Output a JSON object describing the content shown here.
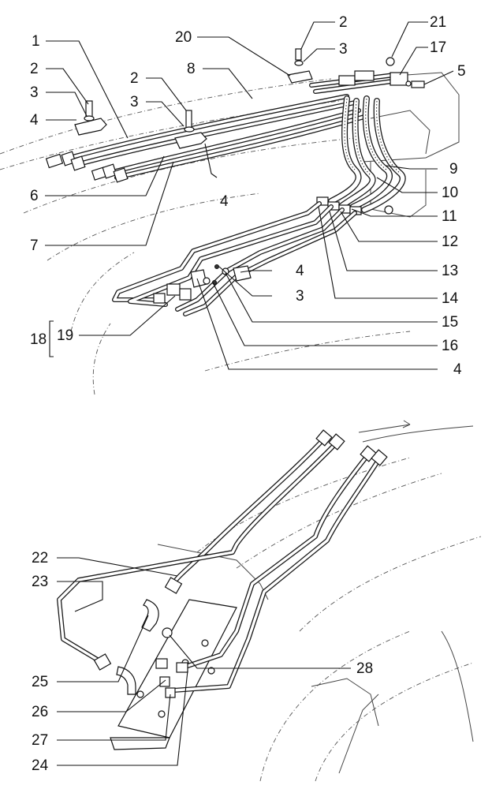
{
  "callouts": [
    {
      "id": "1",
      "label": "1"
    },
    {
      "id": "2a",
      "label": "2"
    },
    {
      "id": "3a",
      "label": "3"
    },
    {
      "id": "4a",
      "label": "4"
    },
    {
      "id": "2b",
      "label": "2"
    },
    {
      "id": "3b",
      "label": "3"
    },
    {
      "id": "8",
      "label": "8"
    },
    {
      "id": "20",
      "label": "20"
    },
    {
      "id": "2c",
      "label": "2"
    },
    {
      "id": "3c",
      "label": "3"
    },
    {
      "id": "21",
      "label": "21"
    },
    {
      "id": "17",
      "label": "17"
    },
    {
      "id": "5",
      "label": "5"
    },
    {
      "id": "9",
      "label": "9"
    },
    {
      "id": "10",
      "label": "10"
    },
    {
      "id": "11",
      "label": "11"
    },
    {
      "id": "12",
      "label": "12"
    },
    {
      "id": "13",
      "label": "13"
    },
    {
      "id": "4b",
      "label": "4"
    },
    {
      "id": "3d",
      "label": "3"
    },
    {
      "id": "14",
      "label": "14"
    },
    {
      "id": "15",
      "label": "15"
    },
    {
      "id": "16",
      "label": "16"
    },
    {
      "id": "4c",
      "label": "4"
    },
    {
      "id": "4d",
      "label": "4"
    },
    {
      "id": "6",
      "label": "6"
    },
    {
      "id": "7",
      "label": "7"
    },
    {
      "id": "18",
      "label": "18"
    },
    {
      "id": "19",
      "label": "19"
    },
    {
      "id": "22",
      "label": "22"
    },
    {
      "id": "23",
      "label": "23"
    },
    {
      "id": "25",
      "label": "25"
    },
    {
      "id": "26",
      "label": "26"
    },
    {
      "id": "27",
      "label": "27"
    },
    {
      "id": "24",
      "label": "24"
    },
    {
      "id": "28",
      "label": "28"
    }
  ]
}
